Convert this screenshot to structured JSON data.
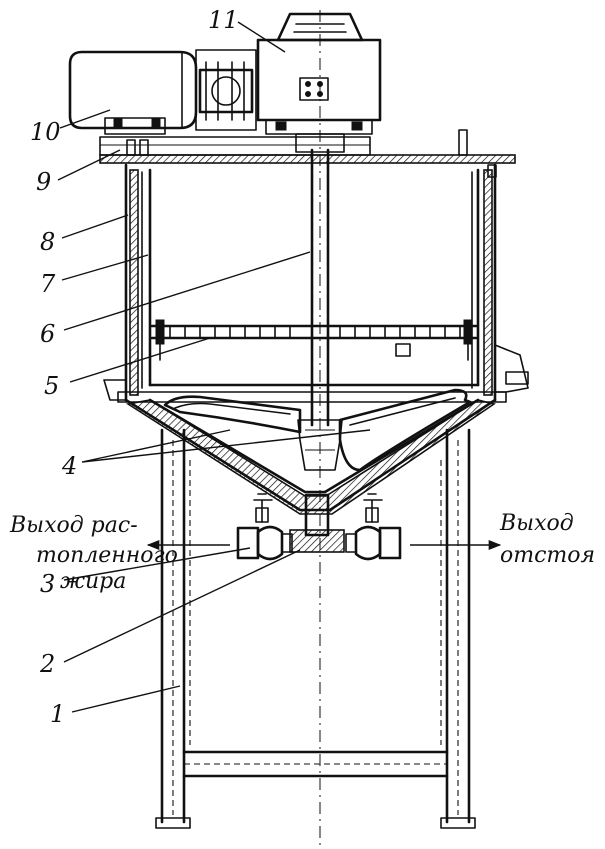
{
  "labels": {
    "n1": "1",
    "n2": "2",
    "n3": "3",
    "n4": "4",
    "n5": "5",
    "n6": "6",
    "n7": "7",
    "n8": "8",
    "n9": "9",
    "n10": "10",
    "n11": "11"
  },
  "captions": {
    "left_line1": "Выход рас-",
    "left_line2": "топленного",
    "left_line3": "жира",
    "right_line1": "Выход",
    "right_line2": "отстоя"
  }
}
